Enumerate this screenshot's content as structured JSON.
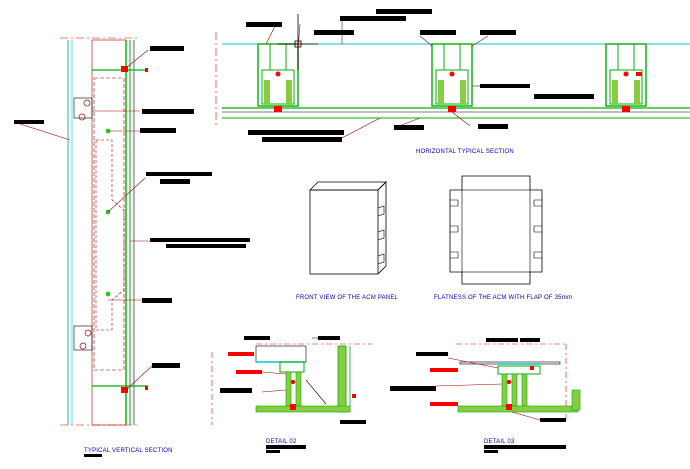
{
  "drawing": {
    "titles": {
      "horizontal_section": "HORIZONTAL TYPICAL SECTION",
      "vertical_section": "TYPICAL VERTICAL SECTION",
      "front_view": "FRONT VIEW OF THE ACM PANEL",
      "flatness": "FLATNESS OF THE ACM  WITH  FLAP OF 35mm",
      "detail_02": "DETAIL 02",
      "detail_03": "DETAIL 03"
    },
    "colors": {
      "background": "#ffffff",
      "cyan_line": "#00c8c8",
      "green_frame": "#00b000",
      "green_fill": "#88cc44",
      "red_mark": "#ff0000",
      "dark_red": "#aa0000",
      "callout_bar": "#000000",
      "title_text": "#0000cc",
      "panel_outline": "#000000"
    }
  }
}
